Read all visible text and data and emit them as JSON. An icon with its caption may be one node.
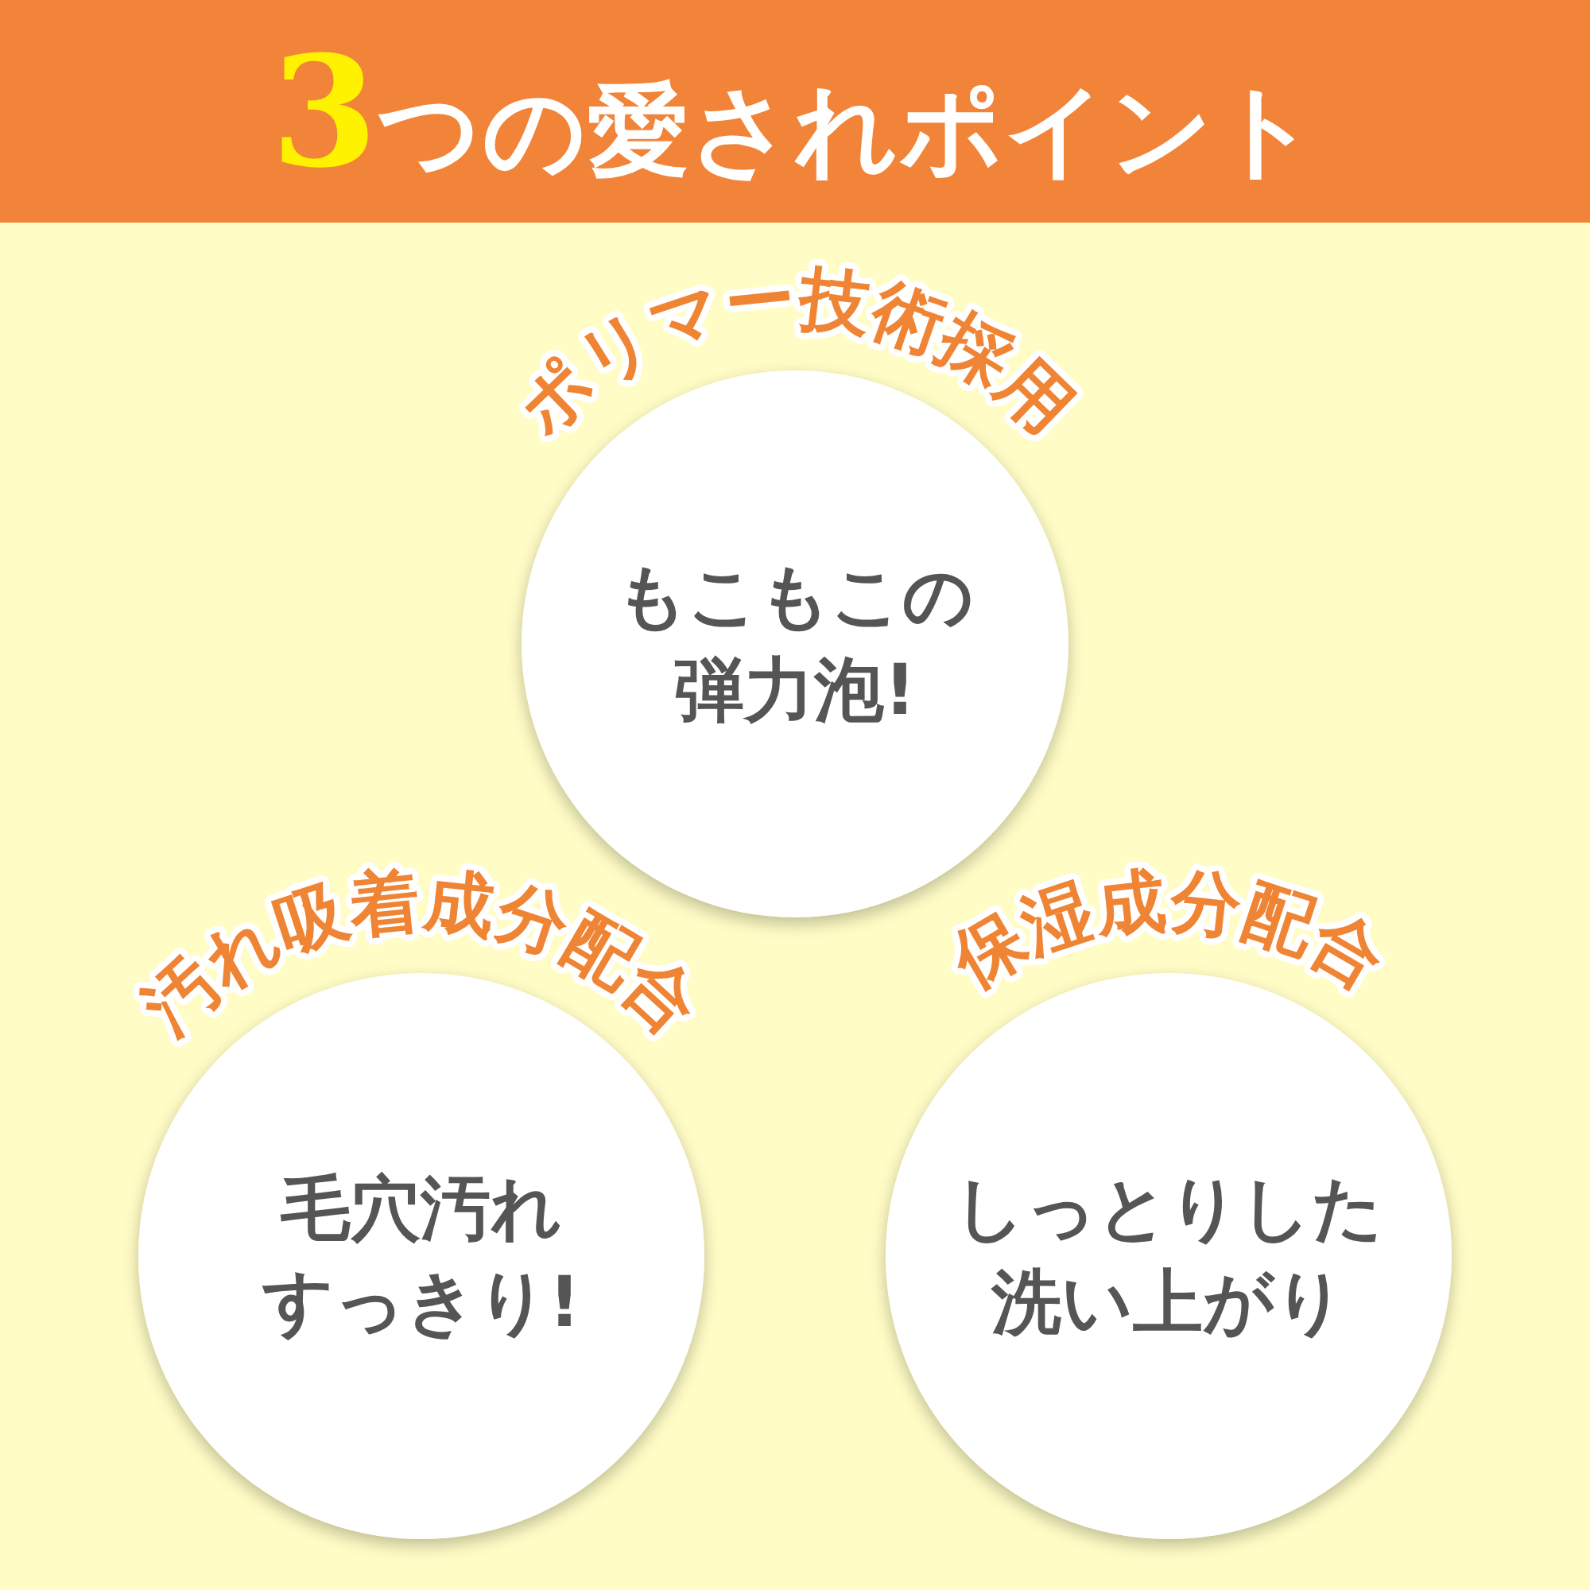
{
  "diagram": {
    "title": "3つの愛されポイント",
    "nodes": [
      {
        "text": [
          "ポリマー技術採用",
          "もこもこの弾力泡!"
        ]
      },
      {
        "text": [
          "汚れ吸着成分配合",
          "毛穴汚れすっきり!"
        ]
      },
      {
        "text": [
          "保湿成分配合",
          "しっとりした洗い上がり"
        ]
      }
    ]
  }
}
